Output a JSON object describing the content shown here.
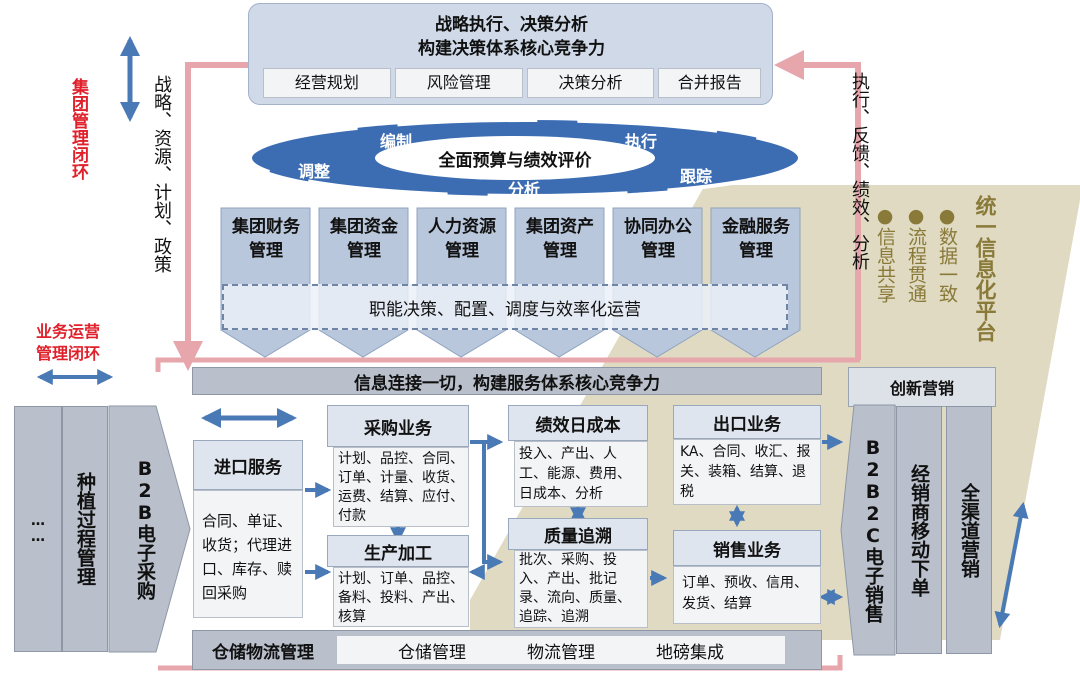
{
  "top": {
    "title1": "战略执行、决策分析",
    "title2": "构建决策体系核心竞争力",
    "items": [
      "经营规划",
      "风险管理",
      "决策分析",
      "合并报告"
    ]
  },
  "left_labels": {
    "group_loop": "集团管理闭环",
    "strategy": "战略、资源、计划、政策",
    "biz_loop_1": "业务运营",
    "biz_loop_2": "管理闭环"
  },
  "right_labels": {
    "feedback": "执行、反馈、绩效、分析",
    "platform": "统一信息化平台",
    "bullets": [
      "●数据一致",
      "●流程贯通",
      "●信息共享"
    ]
  },
  "cycle": {
    "center": "全面预算与绩效评价",
    "stages": [
      "编制",
      "执行",
      "跟踪",
      "分析",
      "调整"
    ]
  },
  "functions": {
    "items": [
      "集团财务管理",
      "集团资金管理",
      "人力资源管理",
      "集团资产管理",
      "协同办公管理",
      "金融服务管理"
    ],
    "banner": "职能决策、配置、调度与效率化运营"
  },
  "service": {
    "banner": "信息连接一切，构建服务体系核心竞争力",
    "innovation": "创新营销"
  },
  "left_columns": {
    "ellipsis": "……",
    "planting": "种植过程管理",
    "b2b": "B2B电子采购"
  },
  "modules": {
    "import": {
      "title": "进口服务",
      "body": "合同、单证、收货；代理进口、库存、赎回采购"
    },
    "purchase": {
      "title": "采购业务",
      "body": "计划、品控、合同、订单、计量、收货、运费、结算、应付、付款"
    },
    "production": {
      "title": "生产加工",
      "body": "计划、订单、品控、备料、投料、产出、核算"
    },
    "performance": {
      "title": "绩效日成本",
      "body": "投入、产出、人工、能源、费用、日成本、分析"
    },
    "quality": {
      "title": "质量追溯",
      "body": "批次、采购、投入、产出、批记录、流向、质量、追踪、追溯"
    },
    "export": {
      "title": "出口业务",
      "body": "KA、合同、收汇、报关、装箱、结算、退税"
    },
    "sales": {
      "title": "销售业务",
      "body": "订单、预收、信用、发货、结算"
    }
  },
  "right_columns": {
    "b2b2c": "B2B2C电子销售",
    "dealer": "经销商移动下单",
    "omni": "全渠道营销"
  },
  "warehouse": {
    "title": "仓储物流管理",
    "items": [
      "仓储管理",
      "物流管理",
      "地磅集成"
    ]
  },
  "colors": {
    "red_text": "#e0212b",
    "loop_line": "#e6a6ab",
    "arrow_blue": "#4a7ab5",
    "gold_text": "#8a7a3a",
    "platform_bg": "#d9d4b6"
  }
}
